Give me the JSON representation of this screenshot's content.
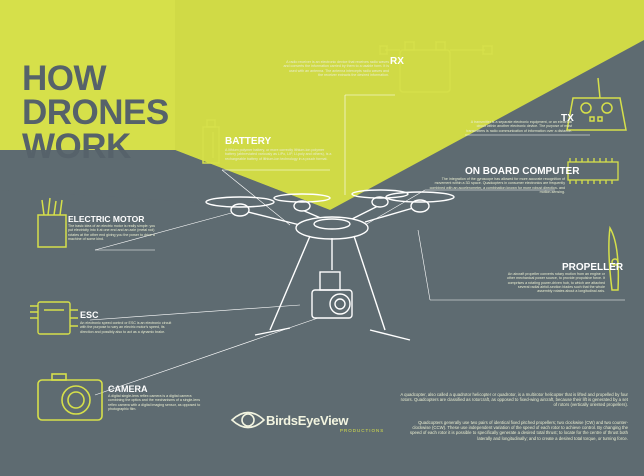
{
  "title": {
    "line1": "HOW",
    "line2": "DRONES",
    "line3": "WORK"
  },
  "components": {
    "rx": {
      "label": "RX",
      "description": "A radio receiver is an electronic device that receives radio waves and converts the information carried by them to a usable form. It is used with an antenna. The antenna intercepts radio waves and the receiver extracts the desired information."
    },
    "tx": {
      "label": "TX",
      "description": "A transmitter is a separate electronic equipment, or an electrical circuit within another electronic device. The purpose of most transmitters is radio communication of information over a distance."
    },
    "battery": {
      "label": "BATTERY",
      "description": "A lithium polymer battery, or more correctly lithium-ion polymer battery (abbreviated variously as LiPo, LIP, Li-poly and others), is a rechargeable battery of lithium-ion technology in a pouch format."
    },
    "onboard_computer": {
      "label": "ON BOARD COMPUTER",
      "description": "The integration of the gyroscope has allowed for more accurate recognition of movement within a 3D space. Quadcopters in consumer electronics are frequently combined with an accelerometer, a combination known for more robust direction- and motion-sensing."
    },
    "electric_motor": {
      "label": "ELECTRIC MOTOR",
      "description": "The basic idea of an electric motor is really simple: you put electricity into it at one end and an axle (metal rod) rotates at the other end giving you the power to drive a machine of some kind."
    },
    "propeller": {
      "label": "PROPELLER",
      "description": "An aircraft propeller converts rotary motion from an engine or other mechanical power source, to provide propulsive force. It comprises a rotating power-driven hub, to which are attached several radial airfoil-section blades such that the whole assembly rotates about a longitudinal axis."
    },
    "esc": {
      "label": "ESC",
      "description": "An electronic speed control or ESC is an electronic circuit with the purpose to vary an electric motor's speed, its direction and possibly also to act as a dynamic brake."
    },
    "camera": {
      "label": "CAMERA",
      "description": "A digital single-lens reflex camera is a digital camera combining the optics and the mechanisms of a single-lens reflex camera with a digital imaging sensor, as opposed to photographic film."
    }
  },
  "footer_paragraphs": [
    "A quadcopter, also called a quadrotor helicopter or quadrotor, is a multirotor helicopter that is lifted and propelled by four rotors. Quadcopters are classified as rotorcraft, as opposed to fixed-wing aircraft, because their lift is generated by a set of rotors (vertically oriented propellers).",
    "Quadcopters generally use two pairs of identical fixed pitched propellers; two clockwise (CW) and two counter-clockwise (CCW). These use independent variation of the speed of each rotor to achieve control. By changing the speed of each rotor it is possible to specifically generate a desired total thrust; to locate for the centre of thrust both laterally and longitudinally; and to create a desired total torque, or turning force."
  ],
  "brand": {
    "name": "BirdsEyeView",
    "sub": "PRODUCTIONS"
  },
  "colors": {
    "background": "#5e6b71",
    "accent": "#d6e04a",
    "line": "#ffffff"
  }
}
